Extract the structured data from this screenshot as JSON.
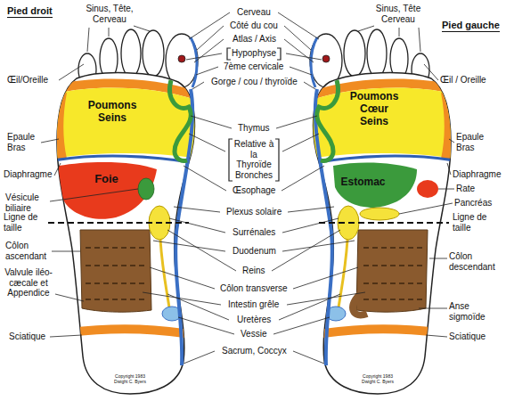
{
  "diagram": {
    "nodes": [
      {
        "text": [
          "Poumons Seins"
        ]
      },
      {
        "text": [
          "Foie"
        ]
      },
      {
        "text": [
          "Poumons Cœur Seins"
        ]
      },
      {
        "text": [
          "Estomac"
        ]
      }
    ],
    "labels": [
      "Pied droit",
      "Sinus, Tête, Cerveau",
      "Œil/Oreille",
      "Epaule Bras",
      "Diaphragme",
      "Vésicule biliaire",
      "Ligne de taille",
      "Côlon ascendant",
      "Valvule iléo-cæcale et Appendice",
      "Sciatique",
      "Cerveau",
      "Côté du cou",
      "Atlas / Axis",
      "Hypophyse",
      "7ème cervicale",
      "Gorge / cou / thyroïde",
      "Thymus",
      "Relative à la Thyroïde Bronches",
      "Œsophage",
      "Plexus solaire",
      "Surrénales",
      "Duodenum",
      "Reins",
      "Côlon transverse",
      "Intestin grêle",
      "Uretères",
      "Vessie",
      "Sacrum, Coccyx",
      "Pied gauche",
      "Sinus, Tête Cerveau",
      "Œil / Oreille",
      "Epaule Bras",
      "Diaphragme",
      "Rate",
      "Pancréas",
      "Ligne de taille",
      "Côlon descendant",
      "Anse sigmoïde",
      "Sciatique",
      "Copyright 1983 Dwight C. Byers",
      "Copyright 1983 Dwight C. Byers"
    ]
  }
}
